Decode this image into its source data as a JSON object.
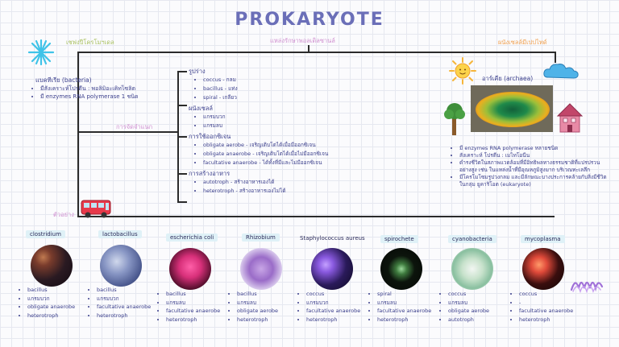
{
  "title": "PROKARYOTE",
  "labels": {
    "top_left": "เชฟงปีโครโมฯเดล",
    "top_center": "แหล่งรักษาพอลเดิลซานล์",
    "top_right": "ผนังเซลล์มีเปปไทด์",
    "branch": "การจัดจำแนก",
    "bottom_left": "ตัวอย่าง"
  },
  "bacteria": {
    "title": "แบคทีเรีย (bacteria)",
    "items": [
      "มีสังเคราะห์โปรตีน : พอลิมิอะเคิทไซลิต",
      "มี enzymes RNA polymerase 1 ชนิด"
    ]
  },
  "classification": [
    {
      "head": "รูปร่าง",
      "items": [
        "coccus - กลม",
        "bacillus - แท่ง",
        "spiral - เกลียว"
      ]
    },
    {
      "head": "ผนังเซลล์",
      "items": [
        "แกรมบวก",
        "แกรมลบ"
      ]
    },
    {
      "head": "การใช้ออกซิเจน",
      "items": [
        "obligate aerobe - เจริญเติบโตได้เมื่อมีออกซิเจน",
        "obligate anaerobe - เจริญเติบโตได้เมื่อไม่มีออกซิเจน",
        "facultative anaerobe - ได้ทั้งที่มีและไม่มีออกซิเจน"
      ]
    },
    {
      "head": "การสร้างอาหาร",
      "items": [
        "autotroph - สร้างอาหารเองได้",
        "heterotroph - สร้างอาหารเองไม่ได้"
      ]
    }
  ],
  "archaea": {
    "title": "อาร์เคีย (archaea)",
    "items": [
      "มี enzymes RNA polymerase หลายชนิด",
      "สังเคราะห์ โปรตีน : เมไทโอนีน",
      "ดำรงชีวิตในสภาพแวดล้อมที่มีอิทธิพลทางธรรมชาติที่แปรปรวนอย่างสูง เช่น ในแหล่งน้ำที่มีอุณหภูมิสูงมาก บริเวณทะเลลึก",
      "มีโครโมโซมรูปวงกลม และมีลักษณะบางประการคล้ายกับสิ่งมีชีวิตในกลุ่ม ยูคาริโอต (eukaryote)"
    ]
  },
  "examples": [
    {
      "name": "clostridium",
      "items": [
        "bacillus",
        "แกรมบวก",
        "obligate anaerobe",
        "heterotroph"
      ]
    },
    {
      "name": "lactobacillus",
      "items": [
        "bacillus",
        "แกรมบวก",
        "facultative anaerobe",
        "heterotroph"
      ]
    },
    {
      "name": "escherichia coli",
      "items": [
        "bacillus",
        "แกรมลบ",
        "facultative anaerobe",
        "heterotroph"
      ]
    },
    {
      "name": "Rhizobium",
      "items": [
        "bacillus",
        "แกรมลบ",
        "obligate aerobe",
        "heterotroph"
      ]
    },
    {
      "name": "Staphylococcus aureus",
      "items": [
        "coccus",
        "แกรมบวก",
        "facultative anaerobe",
        "heterotroph"
      ]
    },
    {
      "name": "spirochete",
      "items": [
        "spiral",
        "แกรมลบ",
        "facultative anaerobe",
        "heterotroph"
      ]
    },
    {
      "name": "cyanobacteria",
      "items": [
        "coccus",
        "แกรมลบ",
        "obligate aerobe",
        "autotroph"
      ]
    },
    {
      "name": "mycoplasma",
      "items": [
        "coccus",
        "-",
        "facultative anaerobe",
        "heterotroph"
      ]
    }
  ],
  "colors": {
    "title": "#6b6fb8",
    "text": "#3b3f8c",
    "tag_bg": "#dff1f7",
    "label_pink": "#d090d0",
    "label_green": "#a9c060",
    "label_orange": "#f0a050"
  },
  "icons": [
    "sparkle-icon",
    "sun-icon",
    "cloud-icon",
    "tree-icon",
    "house-icon",
    "bus-icon",
    "scribble-icon"
  ]
}
